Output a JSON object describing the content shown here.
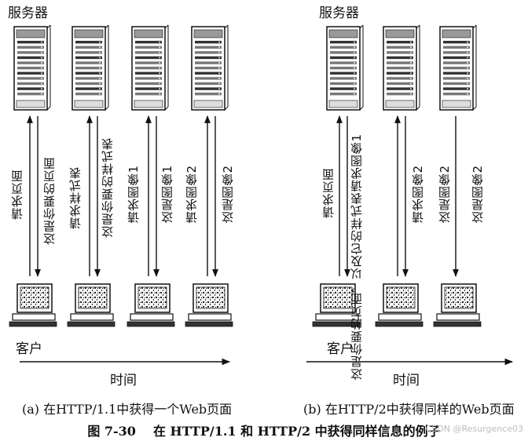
{
  "panel_a": {
    "server_label": "服务器",
    "client_label": "客户",
    "time_label": "时间",
    "caption": "(a) 在HTTP/1.1中获得一个Web页面",
    "messages": [
      {
        "text": "请求页面",
        "dir": "up"
      },
      {
        "text": "这是你要的页面",
        "dir": "down"
      },
      {
        "text": "请求样式表",
        "dir": "up"
      },
      {
        "text": "这是你要的样式表",
        "dir": "down"
      },
      {
        "text": "请求图像1",
        "dir": "up"
      },
      {
        "text": "这是图像1",
        "dir": "down"
      },
      {
        "text": "请求图像2",
        "dir": "up"
      },
      {
        "text": "这是图像2",
        "dir": "down"
      }
    ]
  },
  "panel_b": {
    "server_label": "服务器",
    "client_label": "客户",
    "time_label": "时间",
    "caption": "(b) 在HTTP/2中获得同样的Web页面",
    "messages": [
      {
        "lines": [
          "请求页面"
        ],
        "dir": "up"
      },
      {
        "lines": [
          "这是你要的页面，",
          "以及它的样式表",
          "请求图像1"
        ],
        "dir": "down"
      },
      {
        "lines": [
          "请求图像2"
        ],
        "dir": "up"
      },
      {
        "lines": [
          "这是图像2"
        ],
        "dir": "down"
      },
      {
        "lines": [
          "这是图像2"
        ],
        "dir": "down"
      }
    ]
  },
  "figure": {
    "number": "图 7-30",
    "title": "在 HTTP/1.1 和 HTTP/2 中获得同样信息的例子"
  },
  "watermark": "CSDN @Resurgence03"
}
